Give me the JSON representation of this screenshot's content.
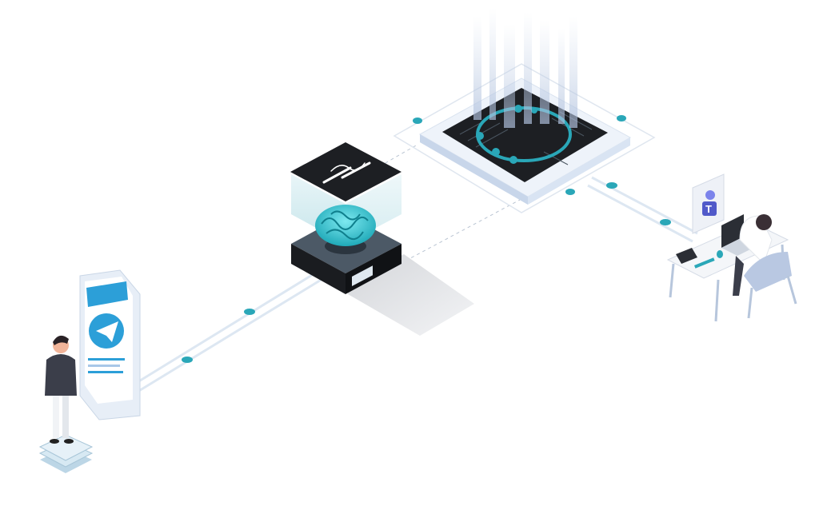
{
  "scene": {
    "description_nodes": [
      "phone-app",
      "ai-brain-cube",
      "processor-chip",
      "teams-desk"
    ],
    "colors": {
      "accent_teal": "#2aa7b8",
      "dark_panel": "#1d1f23",
      "line_light": "#dbe6f2",
      "teams_purple": "#5059c9",
      "telegram_blue": "#2c9fd8"
    },
    "icons": [
      "telegram-icon",
      "brain-icon",
      "dna-icon",
      "chip-icon",
      "teams-icon",
      "laptop-icon"
    ],
    "logos": {
      "teams_letter": "T"
    }
  }
}
